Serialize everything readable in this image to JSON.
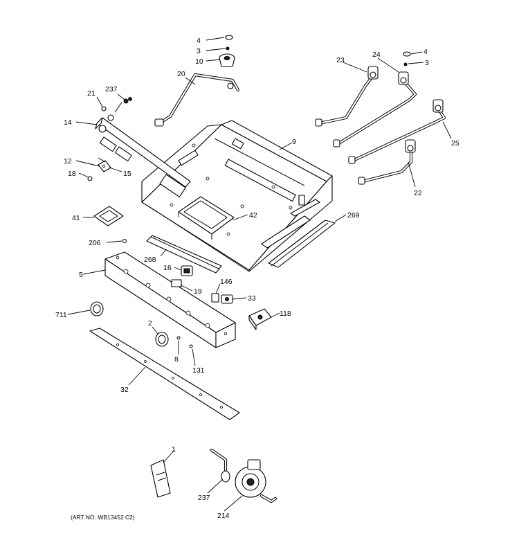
{
  "diagram": {
    "art_number": "(ART NO. WB13452 C2)",
    "callouts": {
      "c4a": "4",
      "c3a": "3",
      "c10": "10",
      "c20": "20",
      "c21": "21",
      "c237a": "237",
      "c14": "14",
      "c12": "12",
      "c18": "18",
      "c15": "15",
      "c23": "23",
      "c24": "24",
      "c4b": "4",
      "c3b": "3",
      "c9": "9",
      "c25": "25",
      "c22": "22",
      "c41": "41",
      "c42": "42",
      "c269": "269",
      "c206": "206",
      "c268": "268",
      "c16": "16",
      "c5": "5",
      "c19": "19",
      "c146": "146",
      "c33": "33",
      "c118": "118",
      "c711": "711",
      "c2": "2",
      "c8": "8",
      "c131": "131",
      "c32": "32",
      "c1": "1",
      "c237b": "237",
      "c214": "214"
    }
  }
}
